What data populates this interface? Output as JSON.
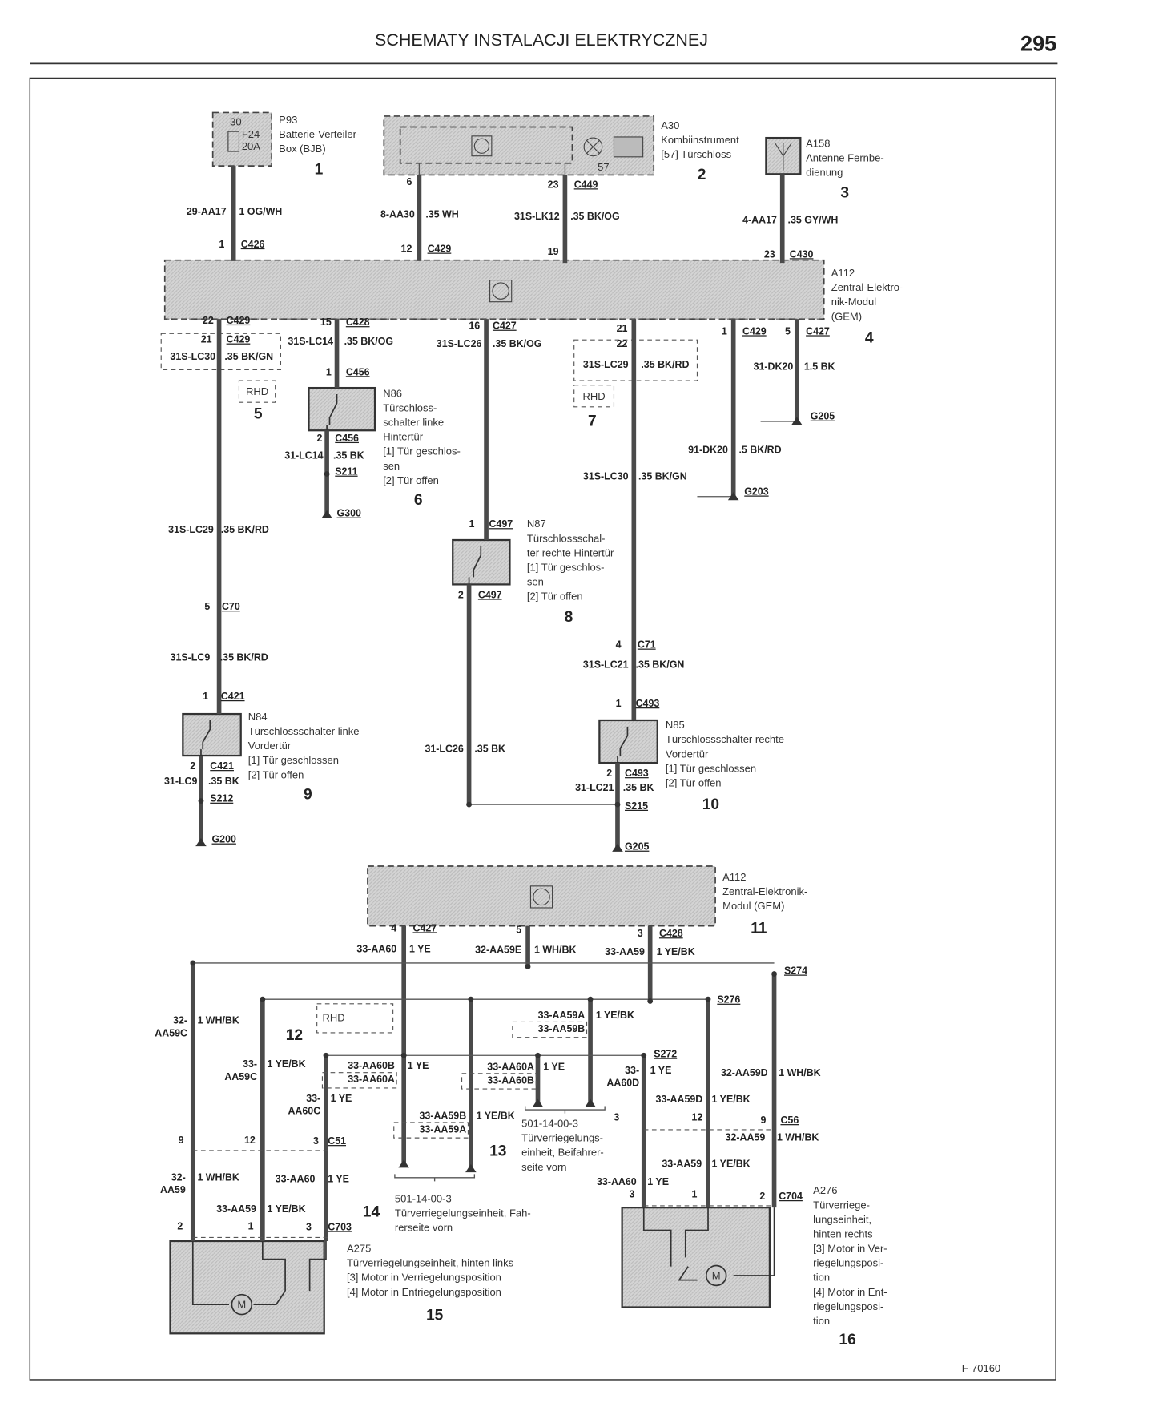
{
  "header": {
    "title": "SCHEMATY INSTALACJI ELEKTRYCZNEJ",
    "page_number": "295"
  },
  "footer": {
    "figure_id": "F-70160"
  },
  "components": {
    "p93": {
      "id": "P93",
      "lines": [
        "Batterie-Verteiler-",
        "Box (BJB)"
      ],
      "number": "1",
      "fuse": "F24",
      "fuse_rating": "20A",
      "terminal": "30"
    },
    "a30": {
      "id": "A30",
      "lines": [
        "Kombiinstrument",
        "[57] Türschloss"
      ],
      "number": "2",
      "pin": "57"
    },
    "a158": {
      "id": "A158",
      "lines": [
        "Antenne Fernbe-",
        "dienung"
      ],
      "number": "3"
    },
    "a112_top": {
      "id": "A112",
      "lines": [
        "Zentral-Elektro-",
        "nik-Modul",
        "(GEM)"
      ],
      "number": "4"
    },
    "rhd_5": {
      "badge": "RHD",
      "number": "5"
    },
    "n86": {
      "id": "N86",
      "lines": [
        "Türschloss-",
        "schalter linke",
        "Hintertür",
        "[1] Tür geschlos-",
        "sen",
        "[2] Tür offen"
      ],
      "number": "6"
    },
    "rhd_7": {
      "badge": "RHD",
      "number": "7"
    },
    "n87": {
      "id": "N87",
      "lines": [
        "Türschlossschal-",
        "ter rechte Hintertür",
        "[1] Tür geschlos-",
        "sen",
        "[2] Tür offen"
      ],
      "number": "8"
    },
    "n84": {
      "id": "N84",
      "lines": [
        "Türschlossschalter linke",
        "Vordertür",
        "[1] Tür geschlossen",
        "[2] Tür offen"
      ],
      "number": "9"
    },
    "n85": {
      "id": "N85",
      "lines": [
        "Türschlossschalter rechte",
        "Vordertür",
        "[1] Tür geschlossen",
        "[2] Tür offen"
      ],
      "number": "10"
    },
    "a112_bottom": {
      "id": "A112",
      "lines": [
        "Zentral-Elektronik-",
        "Modul (GEM)"
      ],
      "number": "11"
    },
    "rhd_12": {
      "badge": "RHD",
      "number": "12"
    },
    "unit_13": {
      "code": "501-14-00-3",
      "lines": [
        "Türverriegelungs-",
        "einheit, Beifahrer-",
        "seite vorn"
      ],
      "number": "13"
    },
    "unit_14": {
      "code": "501-14-00-3",
      "lines": [
        "Türverriegelungseinheit, Fah-",
        "rerseite vorn"
      ],
      "number": "14"
    },
    "a275": {
      "id": "A275",
      "lines": [
        "Türverriegelungseinheit, hinten links",
        "[3] Motor in Verriegelungsposition",
        "[4] Motor in Entriegelungsposition"
      ],
      "number": "15",
      "motor": "M"
    },
    "a276": {
      "id": "A276",
      "lines": [
        "Türverriege-",
        "lungseinheit,",
        "hinten rechts",
        "[3] Motor in Ver-",
        "riegelungsposi-",
        "tion",
        "[4] Motor in Ent-",
        "riegelungsposi-",
        "tion"
      ],
      "number": "16",
      "motor": "M"
    }
  },
  "wires": [
    {
      "circuit": "29-AA17",
      "spec": "1 OG/WH"
    },
    {
      "circuit": "8-AA30",
      "spec": ".35 WH"
    },
    {
      "circuit": "31S-LK12",
      "spec": ".35 BK/OG"
    },
    {
      "circuit": "4-AA17",
      "spec": ".35 GY/WH"
    },
    {
      "circuit": "31S-LC30",
      "spec": ".35 BK/GN"
    },
    {
      "circuit": "31S-LC14",
      "spec": ".35 BK/OG"
    },
    {
      "circuit": "31S-LC26",
      "spec": ".35 BK/OG"
    },
    {
      "circuit": "31S-LC29",
      "spec": ".35 BK/RD"
    },
    {
      "circuit": "31-DK20",
      "spec": "1.5 BK"
    },
    {
      "circuit": "31-LC14",
      "spec": ".35 BK"
    },
    {
      "circuit": "91-DK20",
      "spec": ".5 BK/RD"
    },
    {
      "circuit": "31S-LC30",
      "spec": ".35 BK/GN"
    },
    {
      "circuit": "31S-LC29",
      "spec": ".35 BK/RD"
    },
    {
      "circuit": "31S-LC9",
      "spec": ".35 BK/RD"
    },
    {
      "circuit": "31S-LC21",
      "spec": ".35 BK/GN"
    },
    {
      "circuit": "31-LC26",
      "spec": ".35 BK"
    },
    {
      "circuit": "31-LC9",
      "spec": ".35 BK"
    },
    {
      "circuit": "31-LC21",
      "spec": ".35 BK"
    },
    {
      "circuit": "33-AA60",
      "spec": "1 YE"
    },
    {
      "circuit": "32-AA59E",
      "spec": "1 WH/BK"
    },
    {
      "circuit": "33-AA59",
      "spec": "1 YE/BK"
    },
    {
      "circuit": "33-AA59A",
      "spec": "1 YE/BK",
      "alt": "33-AA59B"
    },
    {
      "circuit": "32-",
      "circuit2": "AA59C",
      "spec": "1 WH/BK"
    },
    {
      "circuit": "33-",
      "circuit2": "AA59C",
      "spec": "1 YE/BK"
    },
    {
      "circuit": "33-AA60B",
      "spec": "1 YE",
      "alt": "33-AA60A"
    },
    {
      "circuit": "33-AA60A",
      "spec": "1 YE",
      "alt": "33-AA60B"
    },
    {
      "circuit": "33-",
      "circuit2": "AA60D",
      "spec": "1 YE"
    },
    {
      "circuit": "32-AA59D",
      "spec": "1 WH/BK"
    },
    {
      "circuit": "33-",
      "circuit2": "AA60C",
      "spec": "1 YE"
    },
    {
      "circuit": "33-AA59D",
      "spec": "1 YE/BK"
    },
    {
      "circuit": "33-AA59B",
      "spec": "1 YE/BK",
      "alt": "33-AA59A"
    },
    {
      "circuit": "32-AA59",
      "spec": "1 WH/BK"
    },
    {
      "circuit": "33-AA59",
      "spec": "1 YE/BK"
    },
    {
      "circuit": "32-",
      "circuit2": "AA59",
      "spec": "1 WH/BK"
    },
    {
      "circuit": "33-AA60",
      "spec": "1 YE"
    },
    {
      "circuit": "33-AA60",
      "spec": "1 YE"
    },
    {
      "circuit": "33-AA59",
      "spec": "1 YE/BK"
    }
  ],
  "connectors": [
    {
      "pin": "1",
      "id": "C426"
    },
    {
      "pin": "12",
      "id": "C429"
    },
    {
      "pin": "19"
    },
    {
      "pin": "6"
    },
    {
      "pin": "23",
      "id": "C449"
    },
    {
      "pin": "23",
      "id": "C430"
    },
    {
      "pin": "22",
      "id": "C429"
    },
    {
      "pin": "21",
      "id": "C429"
    },
    {
      "pin": "15",
      "id": "C428"
    },
    {
      "pin": "16",
      "id": "C427"
    },
    {
      "pin": "21"
    },
    {
      "pin": "22"
    },
    {
      "pin": "1",
      "id": "C429"
    },
    {
      "pin": "5",
      "id": "C427"
    },
    {
      "pin": "1",
      "id": "C456"
    },
    {
      "pin": "2",
      "id": "C456"
    },
    {
      "pin": "1",
      "id": "C497"
    },
    {
      "pin": "2",
      "id": "C497"
    },
    {
      "pin": "5",
      "id": "C70"
    },
    {
      "pin": "4",
      "id": "C71"
    },
    {
      "pin": "1",
      "id": "C421"
    },
    {
      "pin": "1",
      "id": "C493"
    },
    {
      "pin": "2",
      "id": "C421"
    },
    {
      "pin": "2",
      "id": "C493"
    },
    {
      "pin": "4",
      "id": "C427"
    },
    {
      "pin": "5"
    },
    {
      "pin": "3",
      "id": "C428"
    },
    {
      "pin": "9"
    },
    {
      "pin": "12"
    },
    {
      "pin": "3",
      "id": "C51"
    },
    {
      "pin": "3"
    },
    {
      "pin": "12"
    },
    {
      "pin": "9",
      "id": "C56"
    },
    {
      "pin": "2"
    },
    {
      "pin": "1"
    },
    {
      "pin": "3",
      "id": "C703"
    },
    {
      "pin": "3"
    },
    {
      "pin": "1"
    },
    {
      "pin": "2",
      "id": "C704"
    }
  ],
  "splices": {
    "s212": "S212",
    "g200": "G200",
    "s211": "S211",
    "g300": "G300",
    "s215": "S215",
    "g205a": "G205",
    "g203": "G203",
    "g205b": "G205",
    "s274": "S274",
    "s276": "S276",
    "s272": "S272"
  }
}
